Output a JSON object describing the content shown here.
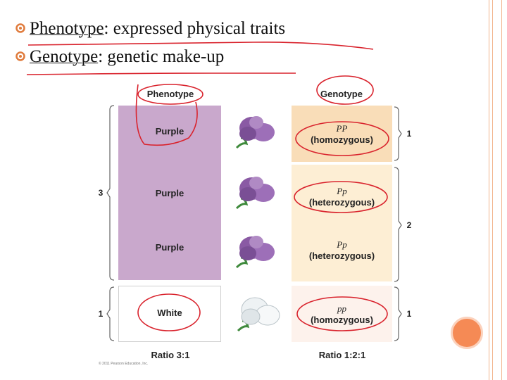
{
  "bullets": [
    {
      "term": "Phenotype",
      "definition": ": expressed physical traits"
    },
    {
      "term": "Genotype",
      "definition": ": genetic make-up"
    }
  ],
  "figure": {
    "phenotype_header": "Phenotype",
    "genotype_header": "Genotype",
    "phenotypes": [
      "Purple",
      "Purple",
      "Purple",
      "White"
    ],
    "genotypes": [
      {
        "symbol": "PP",
        "desc": "(homozygous)"
      },
      {
        "symbol": "Pp",
        "desc": "(heterozygous)"
      },
      {
        "symbol": "Pp",
        "desc": "(heterozygous)"
      },
      {
        "symbol": "pp",
        "desc": "(homozygous)"
      }
    ],
    "left_counts": [
      "3",
      "1"
    ],
    "right_counts": [
      "1",
      "2",
      "1"
    ],
    "ratio_left": "Ratio 3:1",
    "ratio_right": "Ratio 1:2:1",
    "copyright": "© 2011 Pearson Education, Inc."
  },
  "colors": {
    "accent": "#f58a55",
    "purple_panel": "#c9a8cc",
    "genotype_dark": "#f9ddb8",
    "genotype_light": "#fdeed4",
    "annotation_red": "#d9232d"
  }
}
